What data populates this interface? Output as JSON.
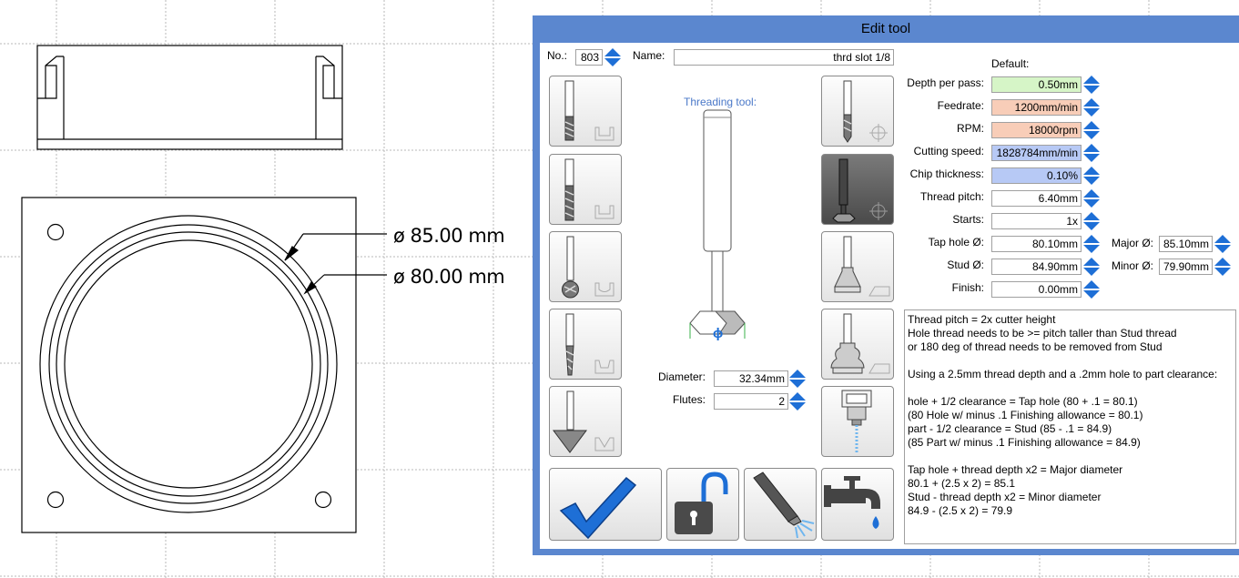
{
  "drawing": {
    "dimension_outer": "ø 85.00 mm",
    "dimension_inner": "ø 80.00 mm"
  },
  "dialog": {
    "title": "Edit tool",
    "no_label": "No.:",
    "no_value": "803",
    "name_label": "Name:",
    "name_value": "thrd slot 1/8",
    "threading_label": "Threading tool:",
    "diameter_label": "Diameter:",
    "diameter_value": "32.34mm",
    "flutes_label": "Flutes:",
    "flutes_value": "2",
    "tool_symbol": "ϕ",
    "default_label": "Default:",
    "params": {
      "depth_per_pass": {
        "label": "Depth per pass:",
        "value": "0.50mm",
        "color": "#d6f5c7"
      },
      "feedrate": {
        "label": "Feedrate:",
        "value": "1200mm/min",
        "color": "#f8cdb8"
      },
      "rpm": {
        "label": "RPM:",
        "value": "18000rpm",
        "color": "#f8cdb8"
      },
      "cutting_speed": {
        "label": "Cutting speed:",
        "value": "1828784mm/min",
        "color": "#b7c9f5"
      },
      "chip_thickness": {
        "label": "Chip thickness:",
        "value": "0.10%",
        "color": "#b7c9f5"
      },
      "thread_pitch": {
        "label": "Thread pitch:",
        "value": "6.40mm"
      },
      "starts": {
        "label": "Starts:",
        "value": "1x"
      },
      "tap_hole": {
        "label": "Tap hole Ø:",
        "value": "80.10mm"
      },
      "stud": {
        "label": "Stud Ø:",
        "value": "84.90mm"
      },
      "finish": {
        "label": "Finish:",
        "value": "0.00mm"
      },
      "major": {
        "label": "Major Ø:",
        "value": "85.10mm"
      },
      "minor": {
        "label": "Minor Ø:",
        "value": "79.90mm"
      }
    },
    "notes": "Thread pitch = 2x cutter height\nHole thread needs to be >= pitch taller than Stud thread\nor 180 deg of thread needs to be removed from Stud\n\nUsing a 2.5mm thread depth and a .2mm hole to part clearance:\n\nhole + 1/2 clearance = Tap hole (80 + .1 = 80.1)\n(80 Hole w/ minus .1 Finishing allowance = 80.1)\npart - 1/2 clearance = Stud (85 - .1 = 84.9)\n(85 Part w/ minus .1 Finishing allowance = 84.9)\n\nTap hole + thread depth x2 = Major diameter\n80.1 + (2.5 x 2) = 85.1\nStud - thread depth x2 = Minor diameter\n84.9 - (2.5 x 2) = 79.9",
    "icons": {
      "accept": "checkmark-icon",
      "lock": "unlocked-padlock-icon",
      "coolant": "coolant-spray-icon",
      "tap": "water-tap-icon"
    },
    "colors": {
      "title_bar": "#5b87cf",
      "accent": "#1e6fd6"
    }
  }
}
